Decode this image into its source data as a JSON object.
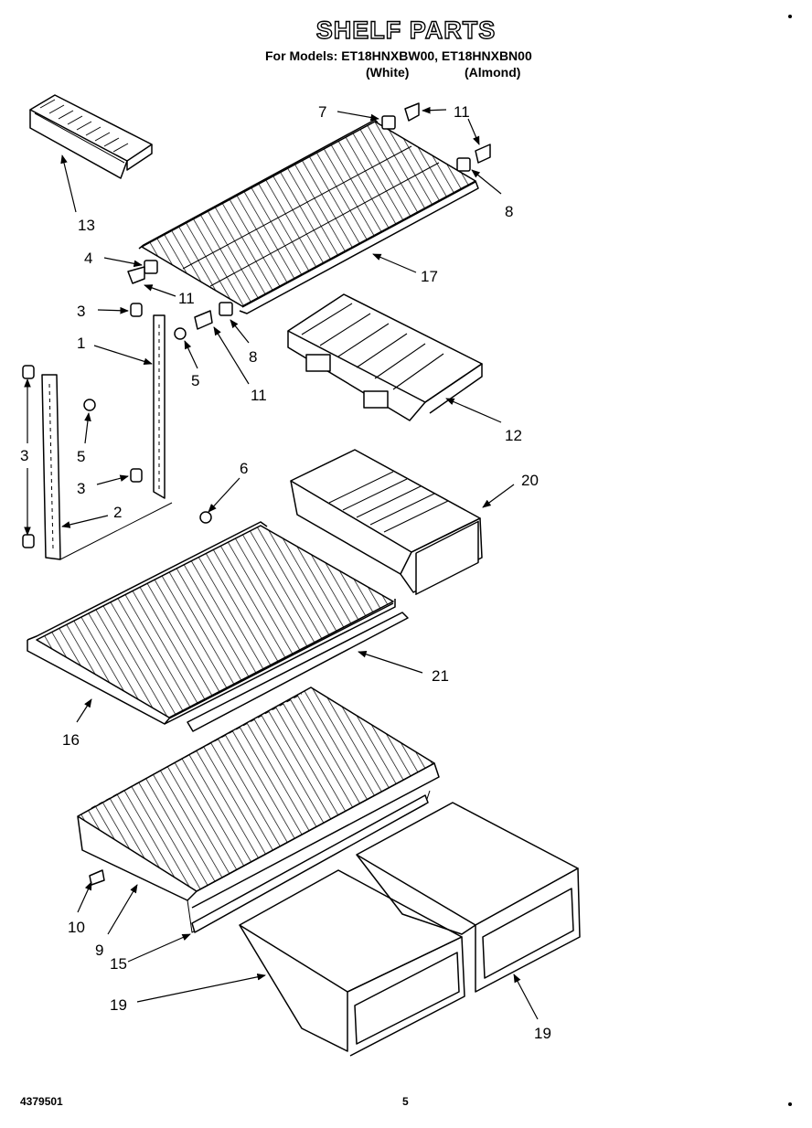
{
  "header": {
    "title": "SHELF PARTS",
    "models_line": "For Models: ET18HNXBW00, ET18HNXBN00",
    "variant_white": "(White)",
    "variant_almond": "(Almond)"
  },
  "footer": {
    "doc_number": "4379501",
    "page_number": "5"
  },
  "callouts": [
    "1",
    "2",
    "3",
    "3",
    "3",
    "4",
    "5",
    "5",
    "6",
    "7",
    "8",
    "8",
    "9",
    "10",
    "11",
    "11",
    "11",
    "12",
    "13",
    "15",
    "16",
    "17",
    "19",
    "19",
    "20",
    "21"
  ]
}
